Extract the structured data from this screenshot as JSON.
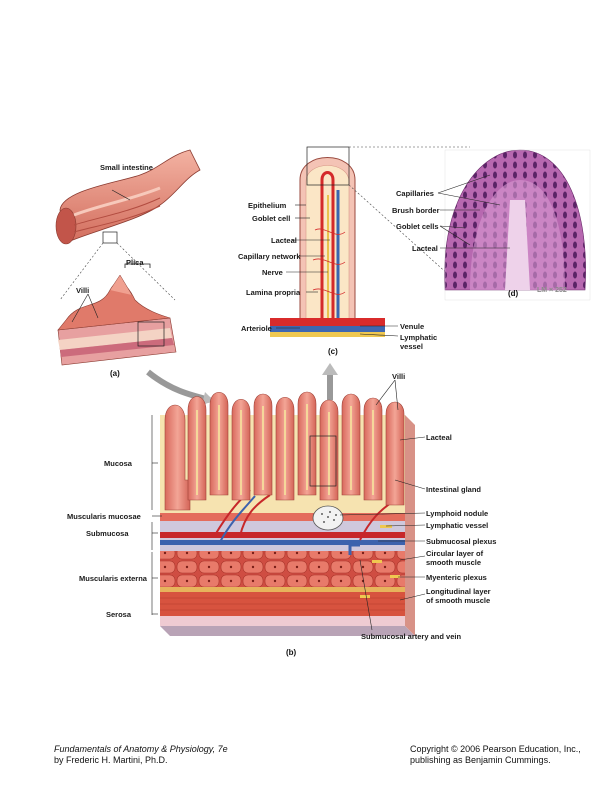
{
  "panel_a": {
    "label": "(a)",
    "small_intestine": "Small intestine",
    "plica": "Plica",
    "villi": "Villi"
  },
  "panel_b": {
    "label": "(b)",
    "left_labels": [
      "Mucosa",
      "Muscularis mucosae",
      "Submucosa",
      "Muscularis externa",
      "Serosa"
    ],
    "right_labels": {
      "villi": "Villi",
      "lacteal": "Lacteal",
      "intestinal_gland": "Intestinal gland",
      "lymphoid_nodule": "Lymphoid nodule",
      "lymphatic_vessel": "Lymphatic vessel",
      "submucosal_plexus": "Submucosal plexus",
      "circular_layer_1": "Circular layer of",
      "circular_layer_2": "smooth muscle",
      "myenteric_plexus": "Myenteric plexus",
      "longitudinal_layer_1": "Longitudinal layer",
      "longitudinal_layer_2": "of smooth muscle",
      "submucosal_artery": "Submucosal artery and vein"
    }
  },
  "panel_c": {
    "label": "(c)",
    "left_labels": [
      "Epithelium",
      "Goblet cell",
      "Lacteal",
      "Capillary network",
      "Nerve",
      "Lamina propria",
      "Arteriole"
    ],
    "venule": "Venule",
    "lymphatic_1": "Lymphatic",
    "lymphatic_2": "vessel"
  },
  "panel_d": {
    "label": "(d)",
    "capillaries": "Capillaries",
    "brush_border": "Brush border",
    "goblet_cells": "Goblet cells",
    "lacteal": "Lacteal",
    "magnification": "LM × 252"
  },
  "footer": {
    "book_title": "Fundamentals of Anatomy & Physiology, 7e",
    "author": "by Frederic H. Martini, Ph.D.",
    "copyright": "Copyright © 2006 Pearson Education, Inc.,",
    "publisher": "publishing as Benjamin Cummings."
  },
  "colors": {
    "villus": "#e8897c",
    "lamina": "#f6e3b0",
    "muscle": "#d9574a",
    "submucosa": "#cfc8dc",
    "artery": "#d8282c",
    "vein": "#3a5ea8",
    "nerve": "#f2c84a",
    "histology": "#9a3f8c"
  }
}
